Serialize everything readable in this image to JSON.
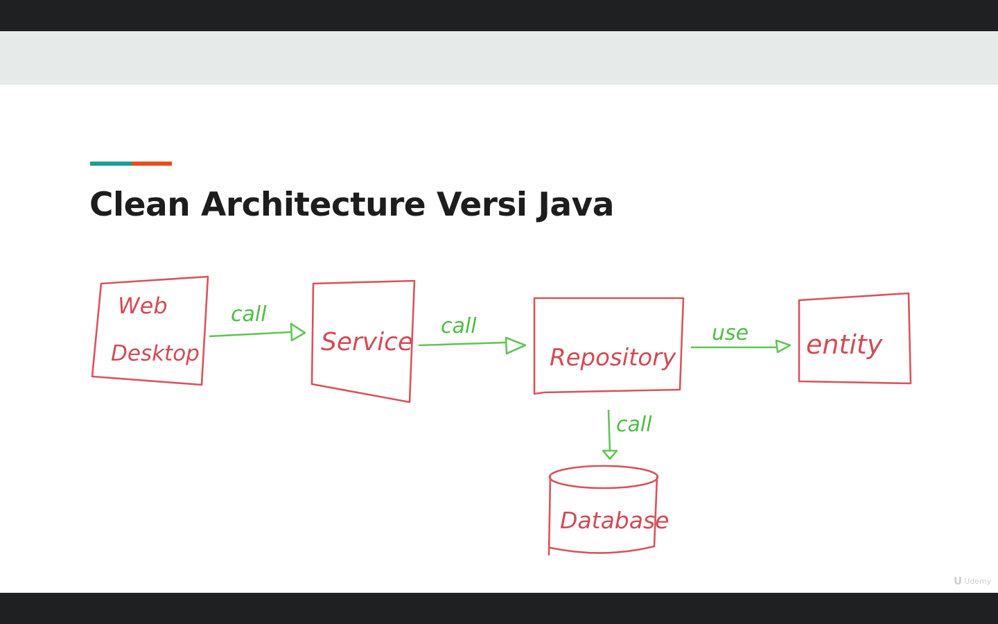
{
  "slide": {
    "title": "Clean Architecture Versi Java",
    "accent_colors": [
      "#1a9e8e",
      "#e84e1b"
    ]
  },
  "diagram": {
    "nodes": [
      {
        "id": "web-desktop",
        "lines": [
          "Web",
          "Desktop"
        ],
        "shape": "box"
      },
      {
        "id": "service",
        "label": "Service",
        "shape": "box"
      },
      {
        "id": "repository",
        "label": "Repository",
        "shape": "box"
      },
      {
        "id": "entity",
        "label": "entity",
        "shape": "box"
      },
      {
        "id": "database",
        "label": "Database",
        "shape": "cylinder"
      }
    ],
    "edges": [
      {
        "from": "web-desktop",
        "to": "service",
        "label": "call"
      },
      {
        "from": "service",
        "to": "repository",
        "label": "call"
      },
      {
        "from": "repository",
        "to": "entity",
        "label": "use"
      },
      {
        "from": "repository",
        "to": "database",
        "label": "call"
      }
    ],
    "colors": {
      "box_stroke": "#d9535b",
      "arrow_stroke": "#5fc651"
    }
  },
  "watermark": {
    "logo": "ꓴ",
    "text": "Udemy"
  }
}
